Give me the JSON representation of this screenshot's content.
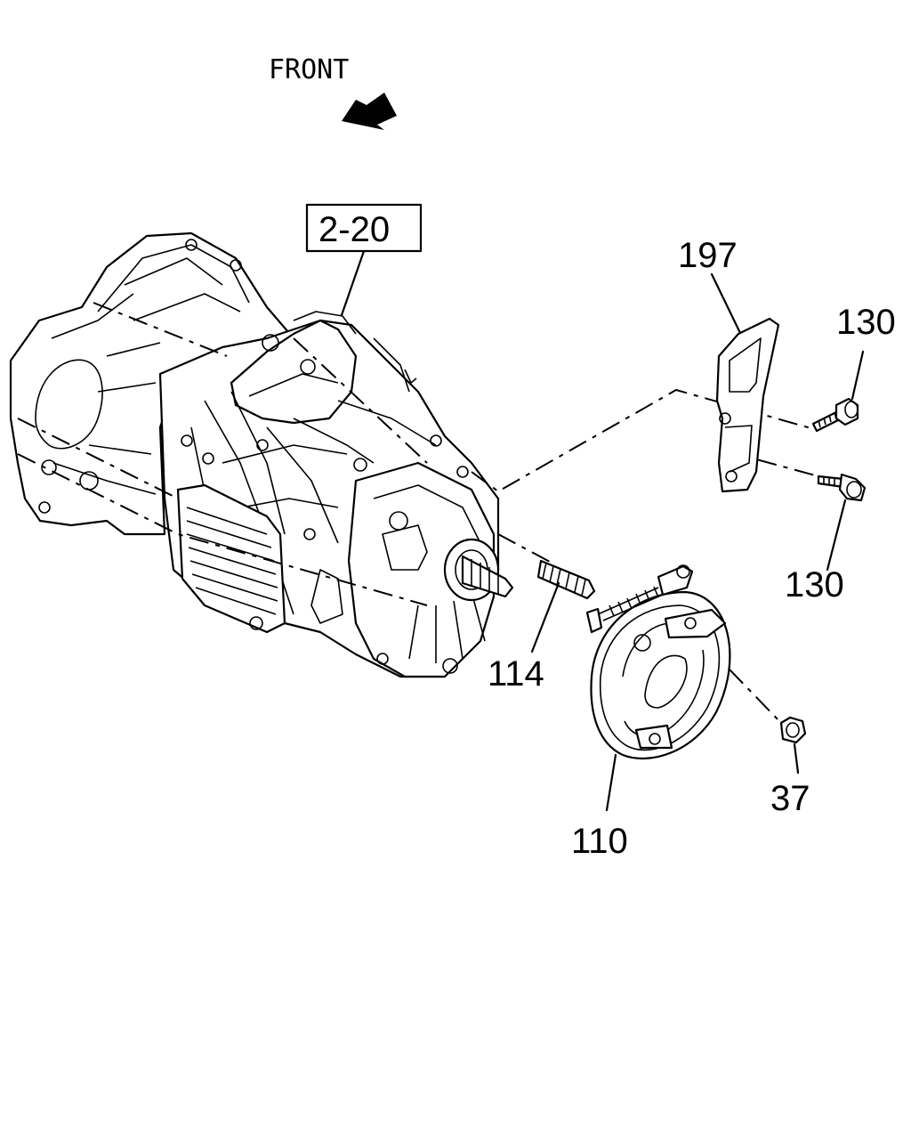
{
  "direction": {
    "label": "FRONT",
    "arrow_icon": "arrow-front-icon"
  },
  "reference": {
    "label": "2-20"
  },
  "callouts": [
    {
      "id": "197",
      "label": "197"
    },
    {
      "id": "130a",
      "label": "130"
    },
    {
      "id": "130b",
      "label": "130"
    },
    {
      "id": "114",
      "label": "114"
    },
    {
      "id": "110",
      "label": "110"
    },
    {
      "id": "37",
      "label": "37"
    }
  ]
}
